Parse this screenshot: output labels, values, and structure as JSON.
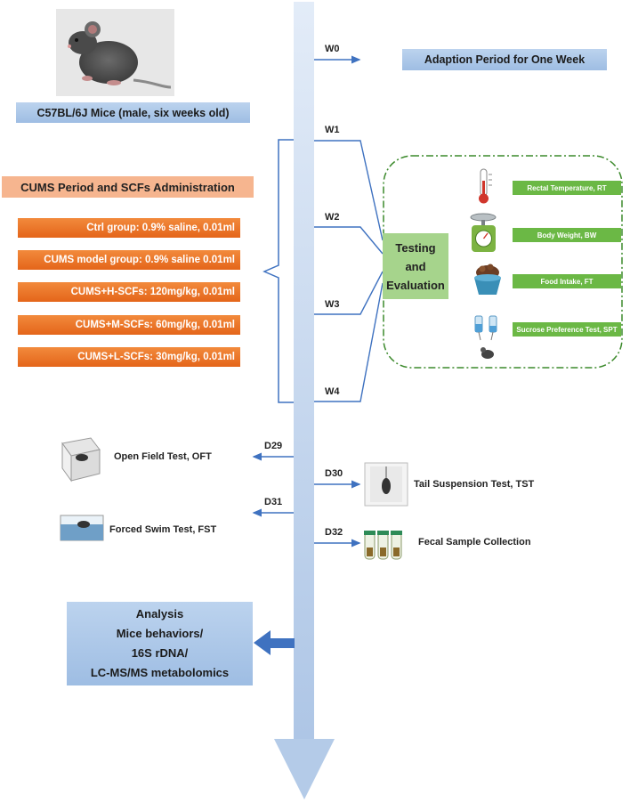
{
  "weeks": {
    "w0": "W0",
    "w1": "W1",
    "w2": "W2",
    "w3": "W3",
    "w4": "W4"
  },
  "days": {
    "d29": "D29",
    "d30": "D30",
    "d31": "D31",
    "d32": "D32"
  },
  "mice_label": "C57BL/6J Mice (male, six weeks old)",
  "adaption_label": "Adaption Period for One Week",
  "cums_header": "CUMS Period and SCFs Administration",
  "groups": [
    "Ctrl group: 0.9% saline, 0.01ml",
    "CUMS model group: 0.9% saline 0.01ml",
    "CUMS+H-SCFs: 120mg/kg, 0.01ml",
    "CUMS+M-SCFs: 60mg/kg, 0.01ml",
    "CUMS+L-SCFs: 30mg/kg, 0.01ml"
  ],
  "testing": {
    "line1": "Testing",
    "line2": "and",
    "line3": "Evaluation"
  },
  "measures": [
    "Rectal Temperature, RT",
    "Body Weight, BW",
    "Food Intake, FT",
    "Sucrose Preference Test, SPT"
  ],
  "tests": {
    "oft": "Open Field Test, OFT",
    "tst": "Tail Suspension Test, TST",
    "fst": "Forced Swim Test, FST",
    "fecal": "Fecal Sample Collection"
  },
  "analysis": {
    "line1": "Analysis",
    "line2": "Mice behaviors/",
    "line3": "16S rDNA/",
    "line4": "LC-MS/MS metabolomics"
  },
  "colors": {
    "timeline": "#c9d8ef",
    "arrow": "#3f72c0",
    "blue_box": "#a9c4e6",
    "orange_box": "#ec7428",
    "orange_header": "#f6b58f",
    "green_label": "#6bb845",
    "testing_box": "#a6d48c",
    "dashed_border": "#3c8a2c"
  }
}
